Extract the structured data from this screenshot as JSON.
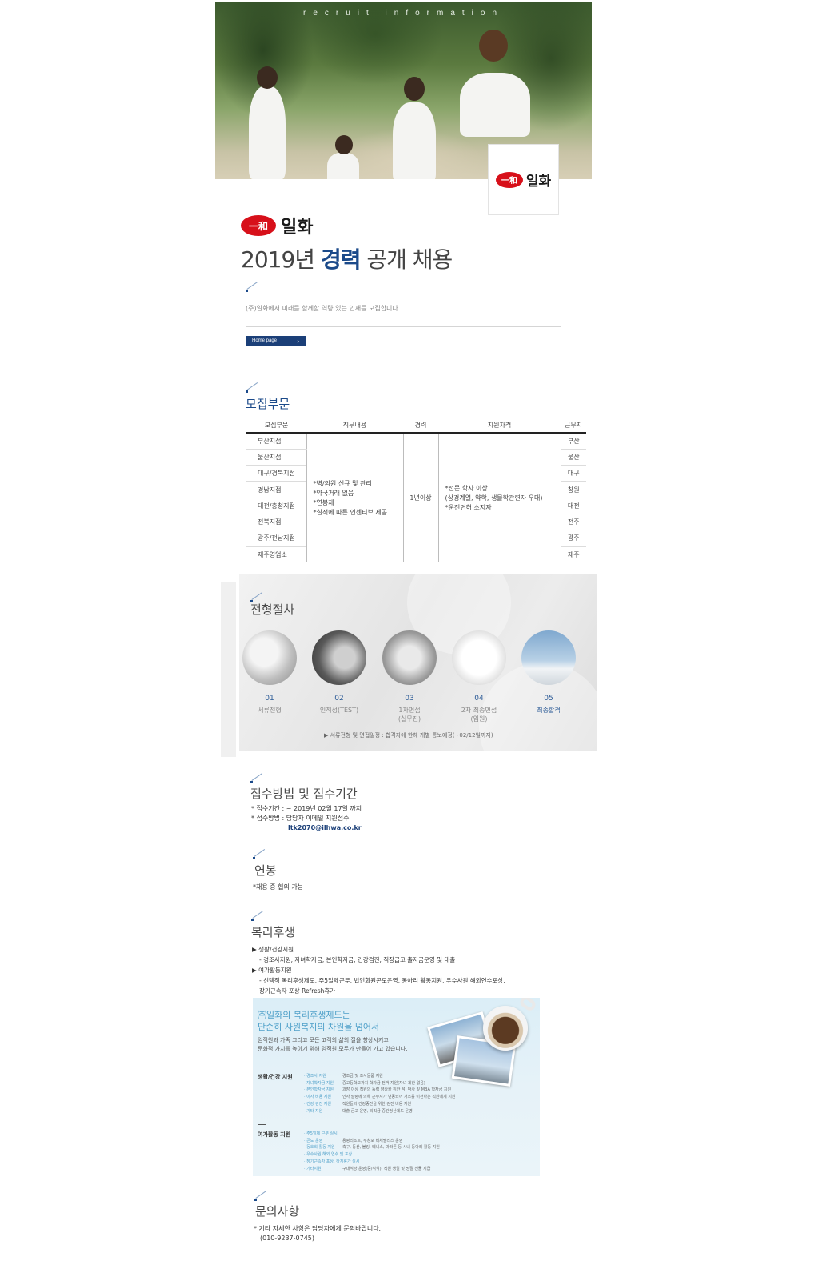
{
  "hero": {
    "tagline": "recruit information"
  },
  "brand": {
    "logo_mark": "一和",
    "logo_text": "일화"
  },
  "title": {
    "year": "2019년",
    "highlight": "경력",
    "rest": "공개 채용"
  },
  "intro": "(주)일화에서 미래를 함께할 역량 있는 인재를 모집합니다.",
  "home_button": {
    "label": "Home page",
    "chevron": "›"
  },
  "recruit": {
    "title": "모집부문",
    "headers": [
      "모집부문",
      "직무내용",
      "경력",
      "지원자격",
      "근무지"
    ],
    "branches": [
      "부산지점",
      "울산지점",
      "대구/경북지점",
      "경남지점",
      "대전/충청지점",
      "전북지점",
      "광주/전남지점",
      "제주영업소"
    ],
    "locations": [
      "부산",
      "울산",
      "대구",
      "창원",
      "대전",
      "전주",
      "광주",
      "제주"
    ],
    "duties": [
      "*병/의원 신규 및 관리",
      "*약국거래 없음",
      "*연봉제",
      "*실적에 따른 인센티브 제공"
    ],
    "career": "1년이상",
    "qualifications": [
      "*전문 학사 이상",
      "(상경계열, 약학, 생물학관련자 우대)",
      "*운전면허 소지자"
    ]
  },
  "process": {
    "title": "전형절차",
    "steps": [
      {
        "num": "01",
        "label": "서류전형",
        "label2": ""
      },
      {
        "num": "02",
        "label": "인적성(TEST)",
        "label2": ""
      },
      {
        "num": "03",
        "label": "1차면접",
        "label2": "(실무진)"
      },
      {
        "num": "04",
        "label": "2차 최종면접",
        "label2": "(임원)"
      },
      {
        "num": "05",
        "label": "최종합격",
        "label2": ""
      }
    ],
    "note": "▶ 서류전형 및 면접일정 : 합격자에 한해 개별 통보예정(~02/12일까지)"
  },
  "apply": {
    "title": "접수방법 및 접수기간",
    "period": "* 접수기간 : ~ 2019년 02월 17일 까지",
    "method": "* 접수방법 : 담당자 이메일 지원접수",
    "email": "ltk2070@ilhwa.co.kr"
  },
  "salary": {
    "title": "연봉",
    "text": "*채용 중 협의 가능"
  },
  "welfare": {
    "title": "복리후생",
    "items": [
      "▶ 생활/건강지원",
      "- 경조사지원, 자녀학자금, 본인학자금, 건강검진, 직장급고 출자금운영 및 대출",
      "▶ 여가활동지원",
      "- 선택적 복리후생제도, 주5일제근무, 법인회원콘도운영, 동아리 활동지원, 우수사원 해외연수포상,",
      "장기근속자 포상 Refresh휴가"
    ],
    "banner": {
      "headline1": "㈜일화의 복리후생제도는",
      "headline2": "단순히 사원복지의 차원을 넘어서",
      "sub1": "임직원과 가족 그리고 모든 고객의 삶의 질을 향상시키고",
      "sub2": "문화적 가치를 높이기 위해 임직원 모두가 만들어 가고 있습니다.",
      "cat1": "생활/건강 지원",
      "cat1_rows": [
        {
          "k": "· 경조사 지원",
          "v": "경조금 및 조사물품 지원"
        },
        {
          "k": "· 자녀학자금 지원",
          "v": "중고등학교까지 학자금 전액 지원(자녀 제한 없음)"
        },
        {
          "k": "· 본인학자금 지원",
          "v": "과장 이상 직원의 능력 향상을 위한 석, 박사 및 MBA 학자금 지원"
        },
        {
          "k": "· 이사 비용 지원",
          "v": "인사 발령에 의해 근무지가 변동되어 거소를 이전하는 직원에게 지원"
        },
        {
          "k": "· 건강 검진 지원",
          "v": "직원들의 건강증진을 위한 검진 비용 지원"
        },
        {
          "k": "· 기타 지원",
          "v": "대출 금고 운영, 퇴직금 중간정산제도 운영"
        }
      ],
      "cat2": "여가활동 지원",
      "cat2_rows": [
        {
          "k": "· 주5일제 근무 실시",
          "v": ""
        },
        {
          "k": "· 콘도 운영",
          "v": "용평리조트, 무창포 비체팰리스 운영"
        },
        {
          "k": "· 동호회 활동 지원",
          "v": "축구, 등산, 볼링, 테니스, 마라톤 등 사내 동아리 활동 지원"
        },
        {
          "k": "· 우수사원 해외 연수 및 포상",
          "v": ""
        },
        {
          "k": "· 장기근속자 포상, 하계휴가 실시",
          "v": ""
        },
        {
          "k": "· 기타지원",
          "v": "구내식당 운영(중/석식), 직원 생일 및 명절 선물 지급"
        }
      ]
    }
  },
  "contact": {
    "title": "문의사항",
    "text": "* 기타 자세한 사항은 담당자에게 문의바랍니다.",
    "phone": "(010-9237-0745)"
  }
}
